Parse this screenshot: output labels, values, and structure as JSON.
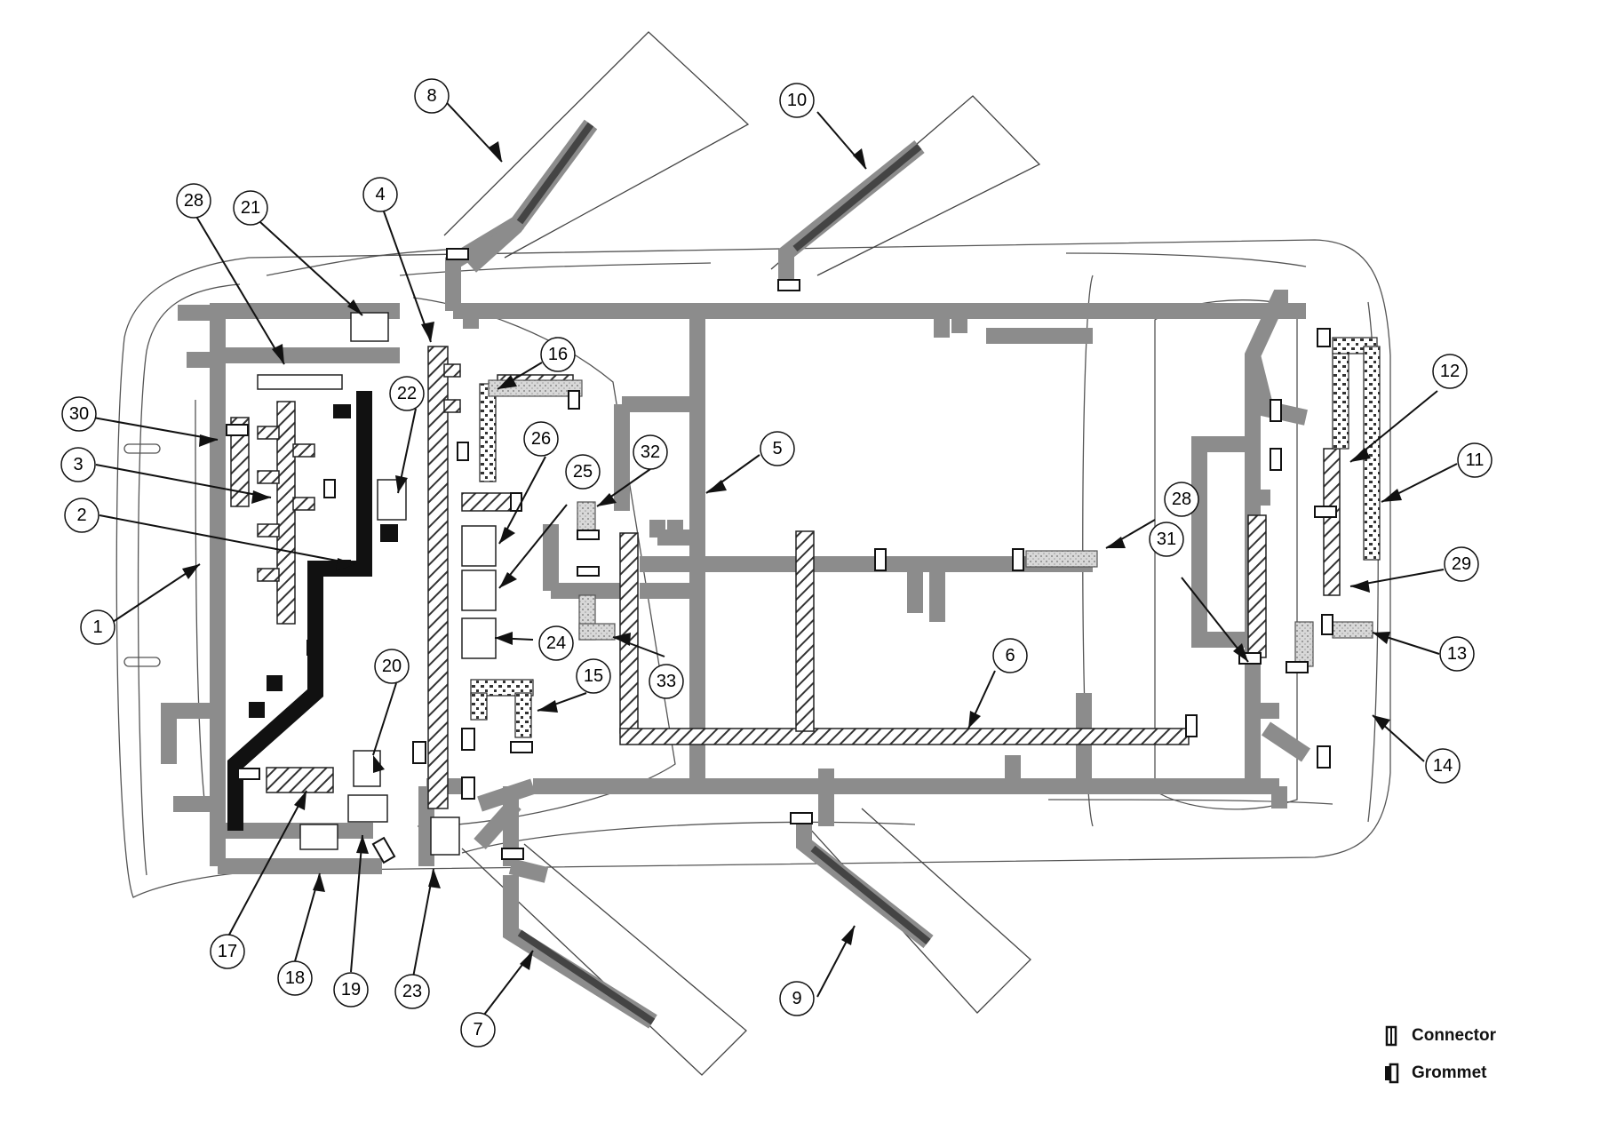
{
  "callouts": [
    "1",
    "2",
    "3",
    "4",
    "5",
    "6",
    "7",
    "8",
    "9",
    "10",
    "11",
    "12",
    "13",
    "14",
    "15",
    "16",
    "17",
    "18",
    "19",
    "20",
    "21",
    "22",
    "23",
    "24",
    "25",
    "26",
    "28",
    "28",
    "29",
    "30",
    "31",
    "32",
    "33"
  ],
  "legend": {
    "connector_label": "Connector",
    "grommet_label": "Grommet"
  }
}
